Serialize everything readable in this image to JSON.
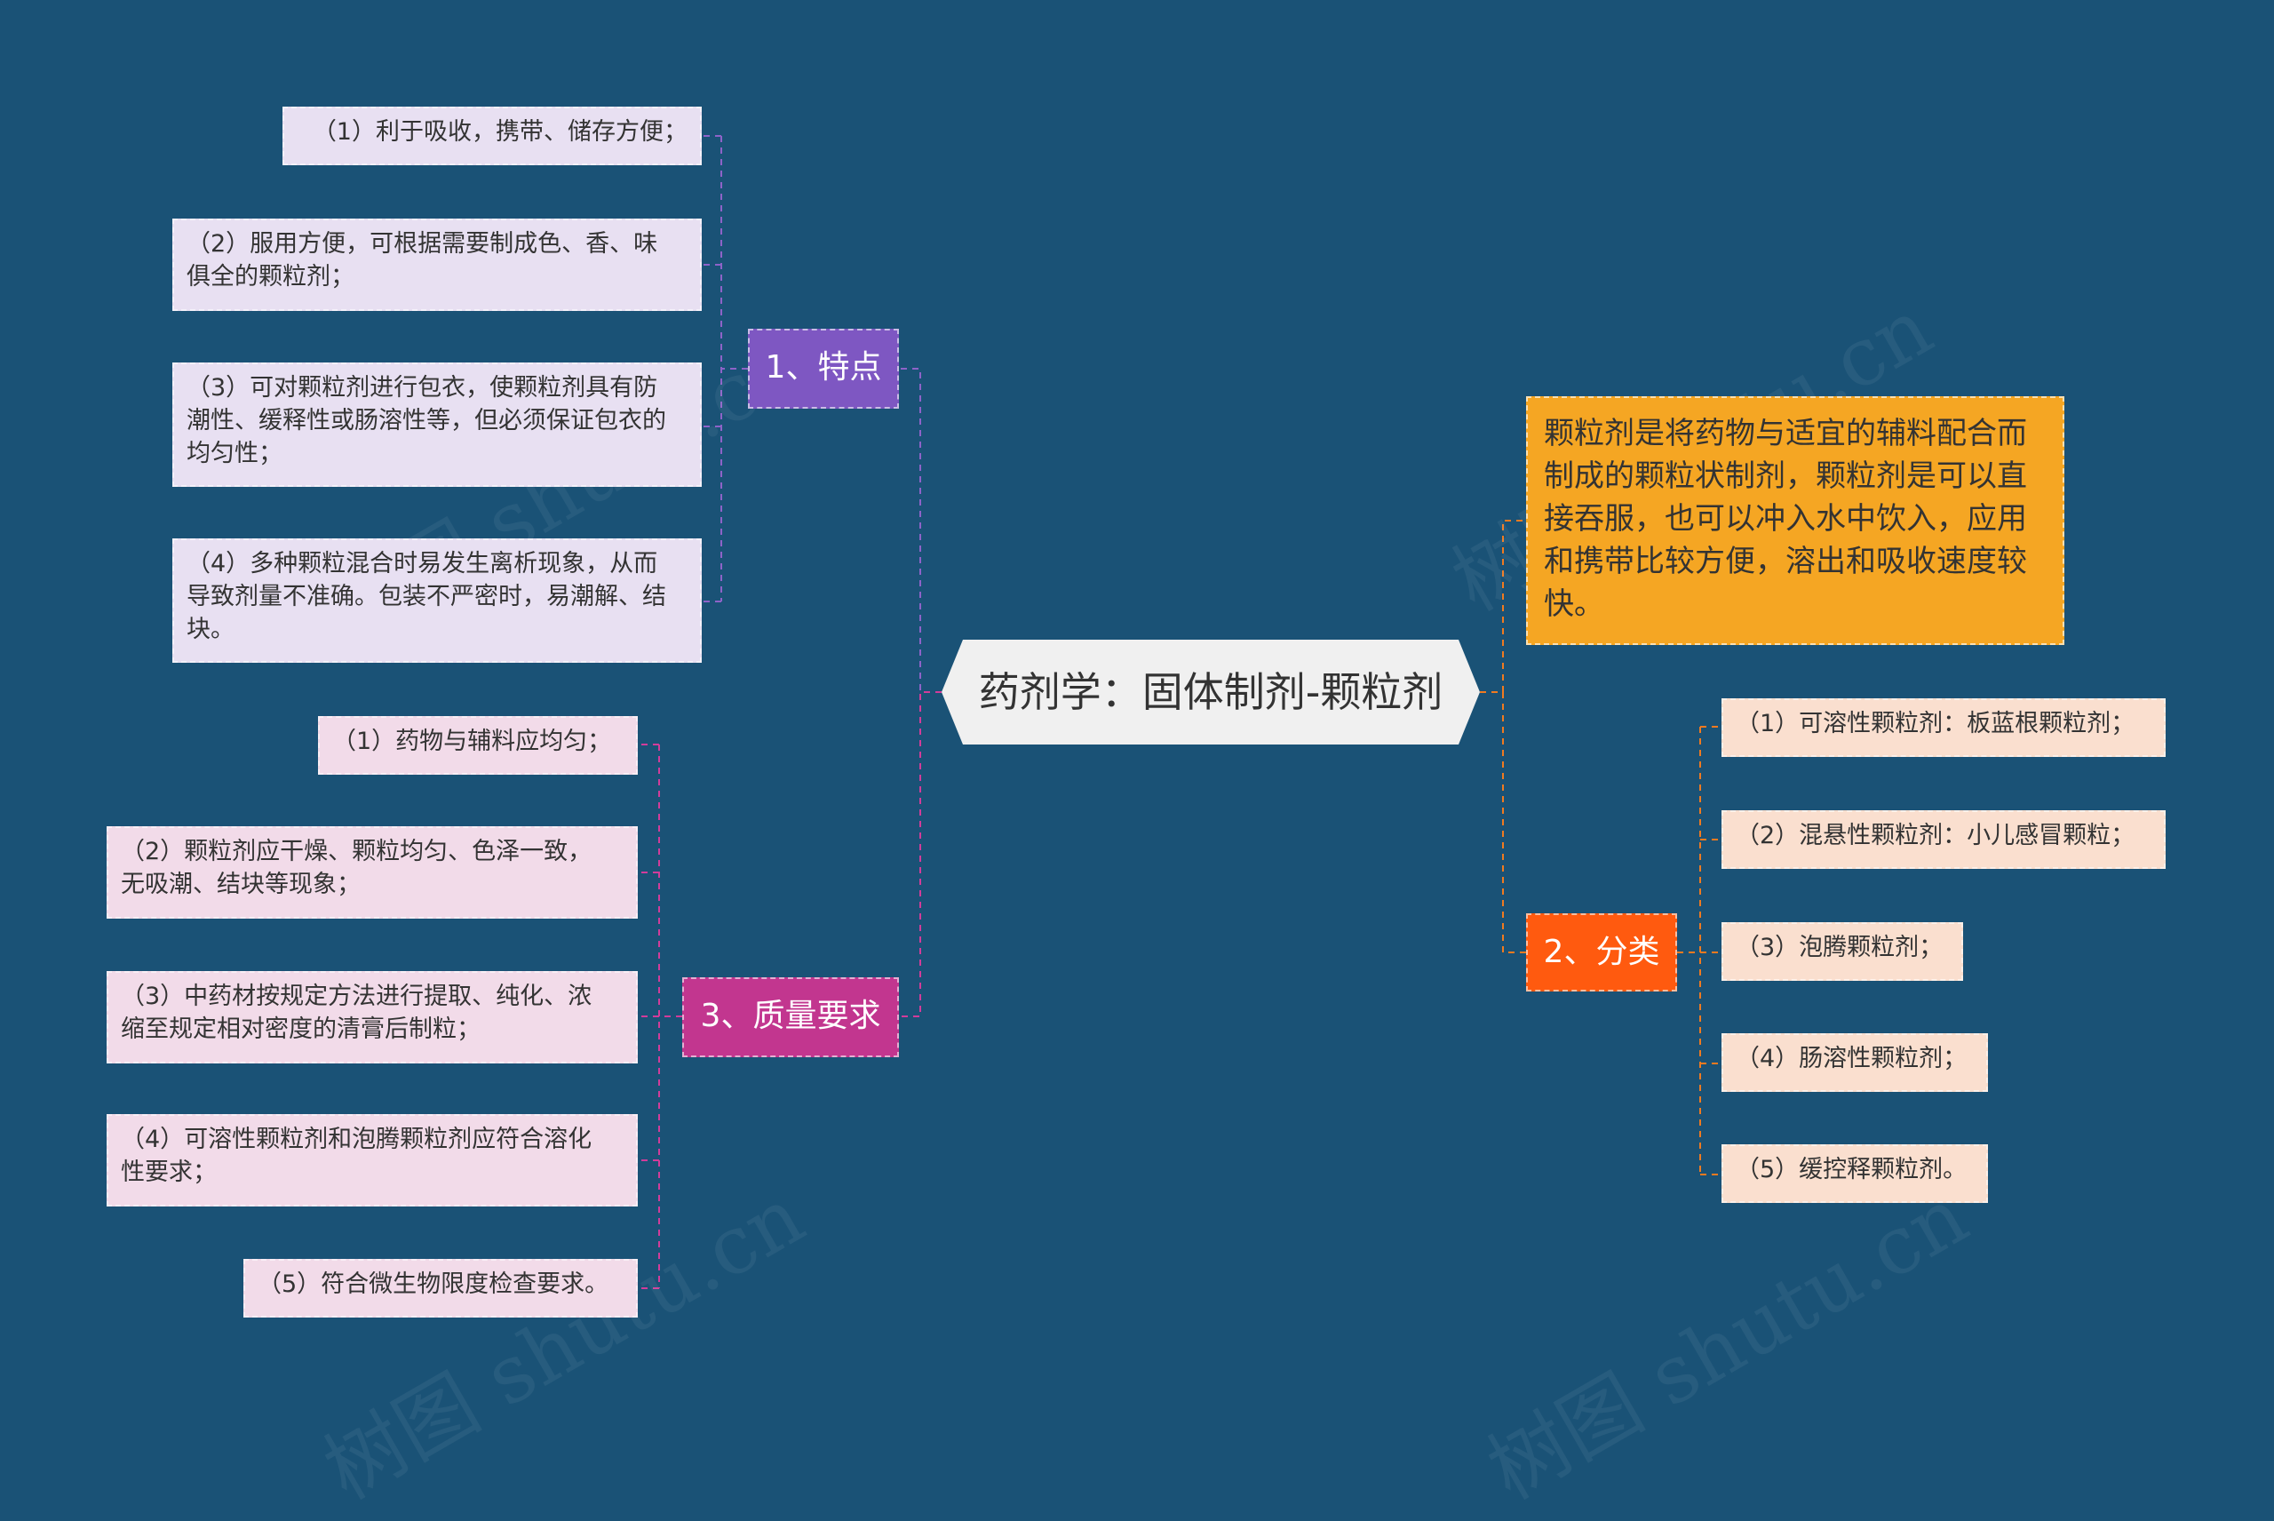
{
  "center": {
    "title": "药剂学：固体制剂-颗粒剂"
  },
  "description": "颗粒剂是将药物与适宜的辅料配合而制成的颗粒状制剂，颗粒剂是可以直接吞服，也可以冲入水中饮入，应用和携带比较方便，溶出和吸收速度较快。",
  "branches": {
    "features": {
      "label": "1、特点",
      "color": "#7e57c2",
      "items": [
        [
          "（1）利于吸收，携带、储存方便；"
        ],
        [
          "（2）服用方便，可根据需要制成色、香、味",
          "俱全的颗粒剂；"
        ],
        [
          "（3）可对颗粒剂进行包衣，使颗粒剂具有防",
          "潮性、缓释性或肠溶性等，但必须保证包衣的",
          "均匀性；"
        ],
        [
          "（4）多种颗粒混合时易发生离析现象，从而",
          "导致剂量不准确。包装不严密时，易潮解、结",
          "块。"
        ]
      ]
    },
    "quality": {
      "label": "3、质量要求",
      "color": "#c2368f",
      "items": [
        [
          "（1）药物与辅料应均匀；"
        ],
        [
          "（2）颗粒剂应干燥、颗粒均匀、色泽一致，",
          "无吸潮、结块等现象；"
        ],
        [
          "（3）中药材按规定方法进行提取、纯化、浓",
          "缩至规定相对密度的清膏后制粒；"
        ],
        [
          "（4）可溶性颗粒剂和泡腾颗粒剂应符合溶化",
          "性要求；"
        ],
        [
          "（5）符合微生物限度检查要求。"
        ]
      ]
    },
    "classification": {
      "label": "2、分类",
      "color": "#ff5a0f",
      "items": [
        [
          "（1）可溶性颗粒剂：板蓝根颗粒剂；"
        ],
        [
          "（2）混悬性颗粒剂：小儿感冒颗粒；"
        ],
        [
          "（3）泡腾颗粒剂；"
        ],
        [
          "（4）肠溶性颗粒剂；"
        ],
        [
          "（5）缓控释颗粒剂。"
        ]
      ]
    }
  },
  "colors": {
    "background": "#1a5276",
    "description": "#f5a623",
    "line_features": "#8e63c8",
    "line_quality": "#d23c9a",
    "line_right": "#f07a20"
  },
  "watermark": "树图 shutu.cn"
}
